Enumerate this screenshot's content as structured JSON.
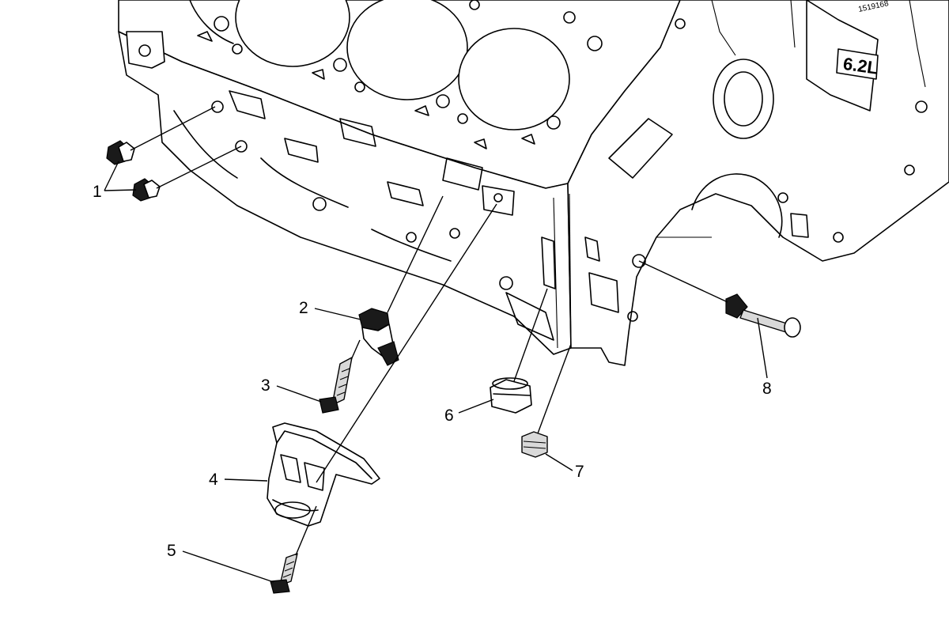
{
  "diagram": {
    "block_marking": "6.2L",
    "figure_id": "1519168",
    "callouts": [
      {
        "id": "1",
        "label": "1"
      },
      {
        "id": "2",
        "label": "2"
      },
      {
        "id": "3",
        "label": "3"
      },
      {
        "id": "4",
        "label": "4"
      },
      {
        "id": "5",
        "label": "5"
      },
      {
        "id": "6",
        "label": "6"
      },
      {
        "id": "7",
        "label": "7"
      },
      {
        "id": "8",
        "label": "8"
      }
    ]
  }
}
